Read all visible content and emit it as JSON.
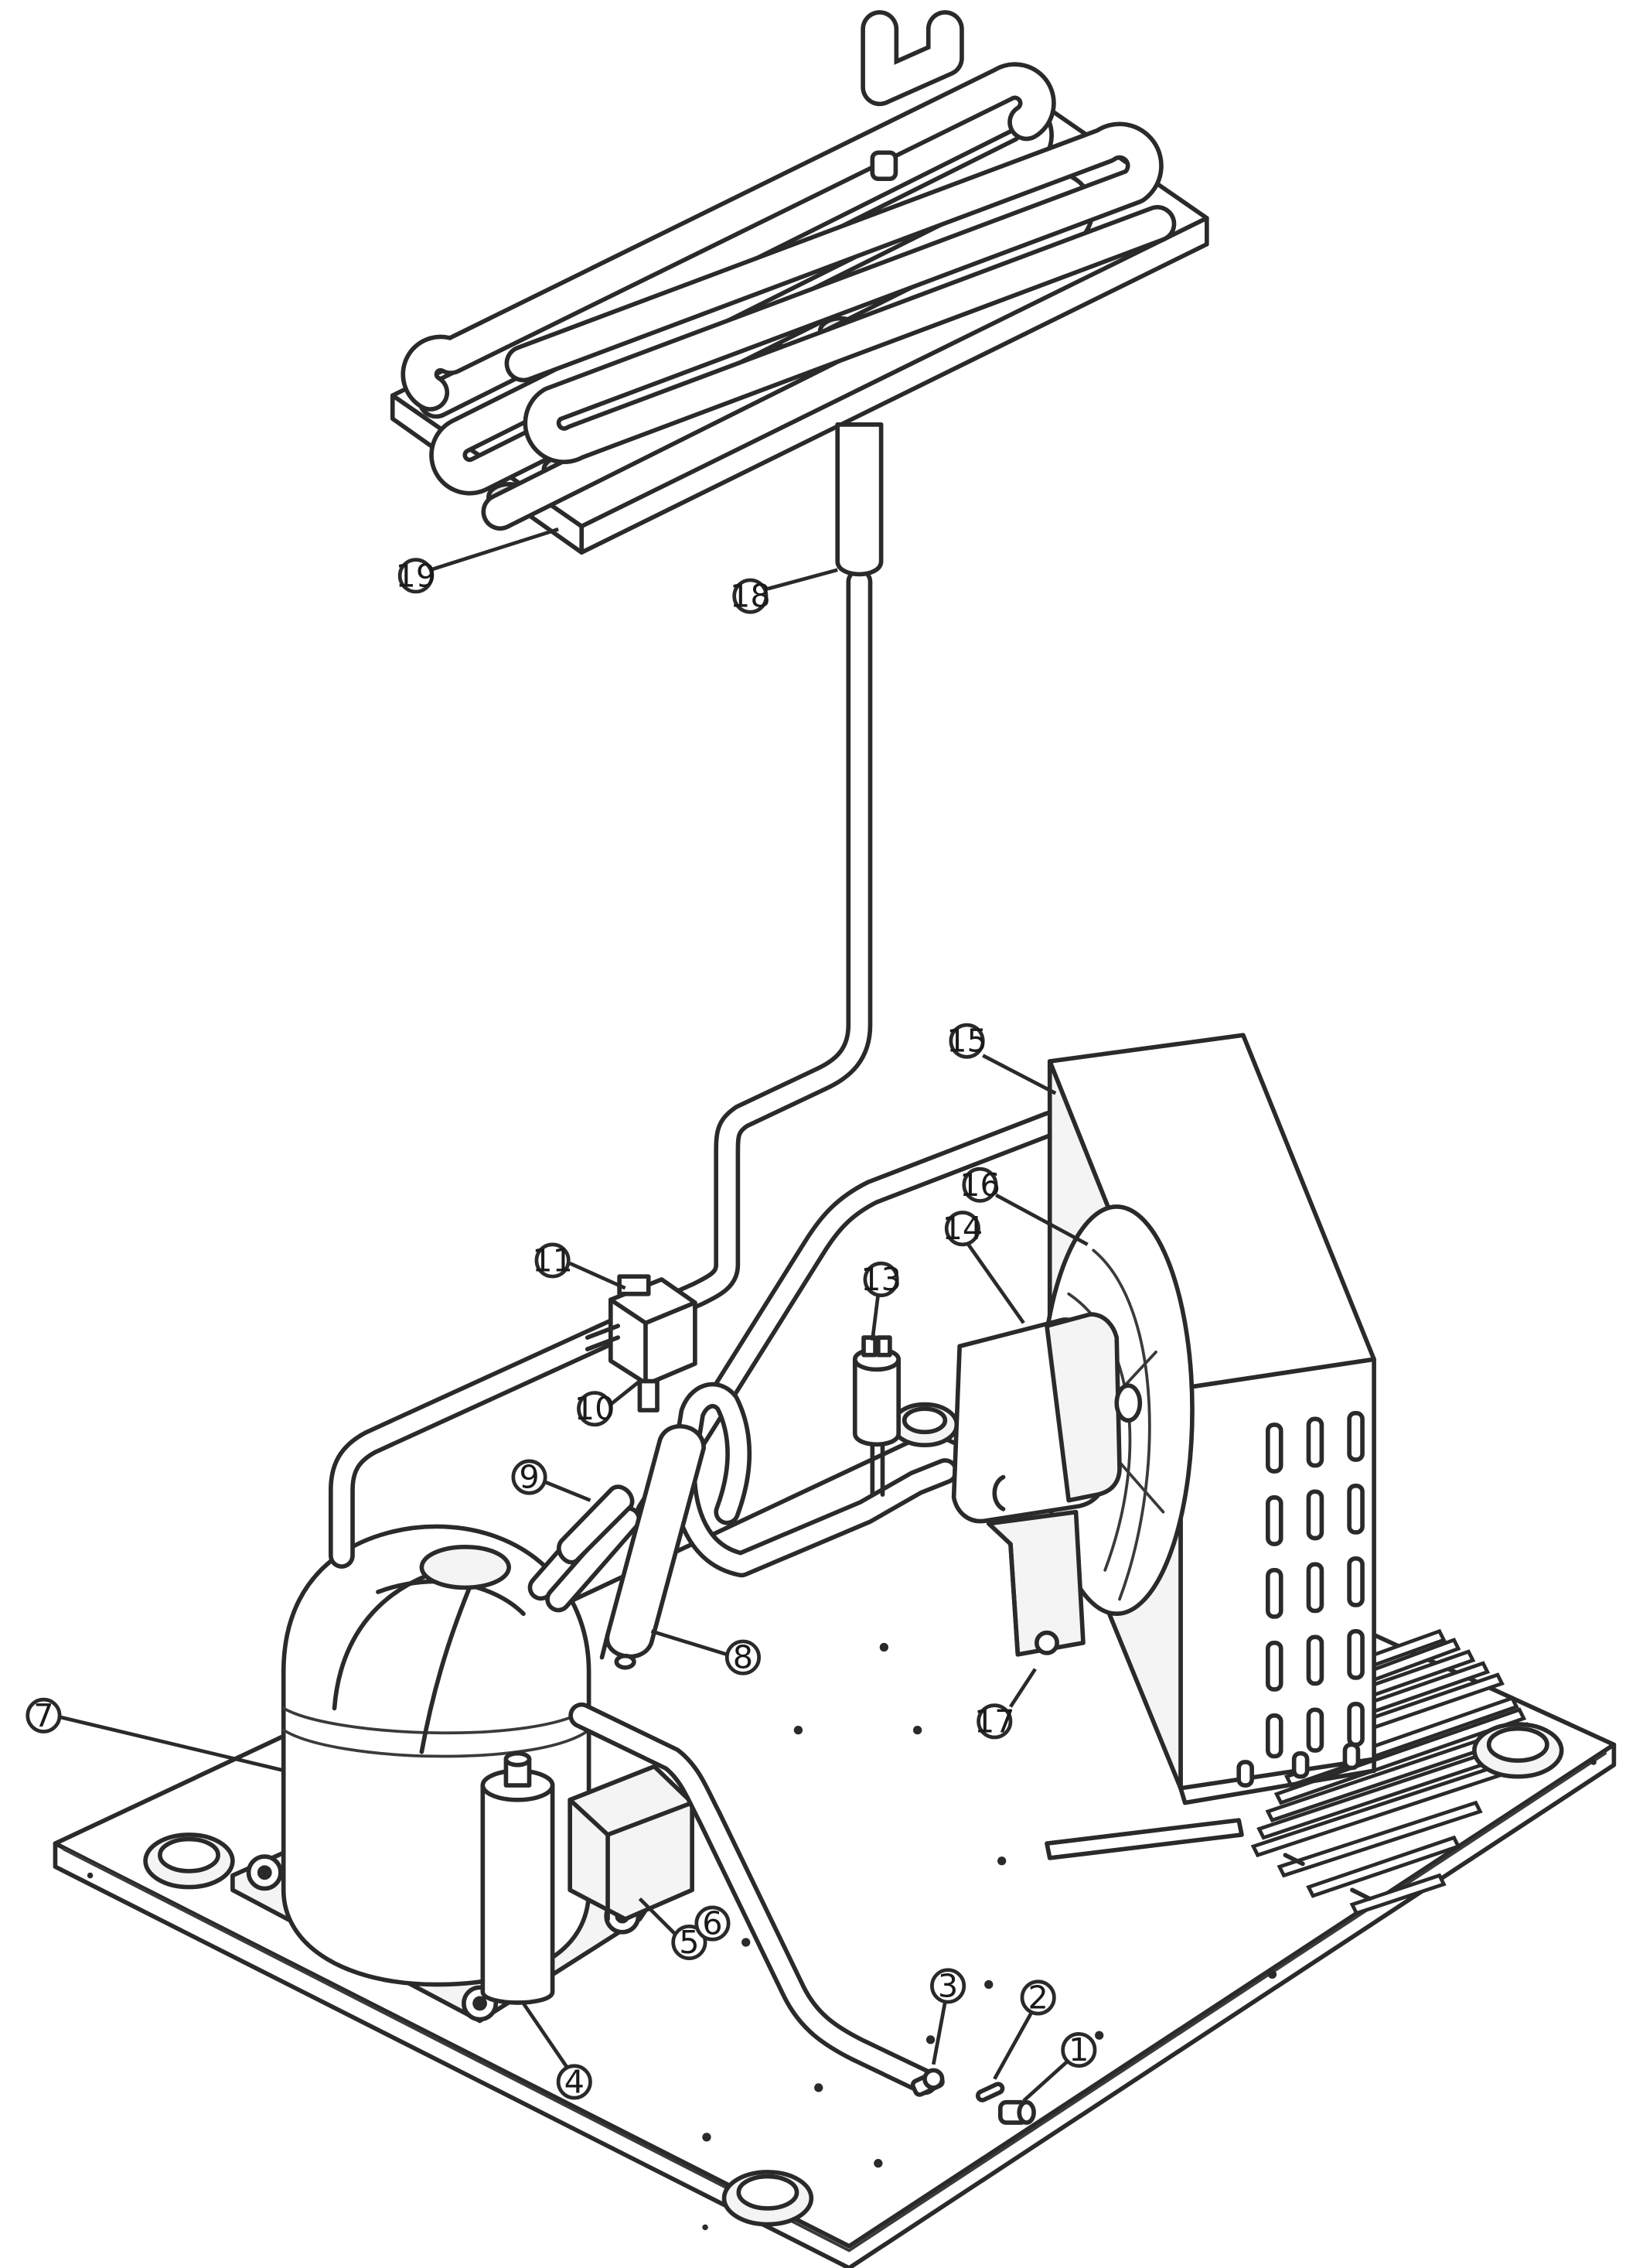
{
  "callouts": [
    {
      "id": "c1",
      "label": "1"
    },
    {
      "id": "c2",
      "label": "2"
    },
    {
      "id": "c3",
      "label": "3"
    },
    {
      "id": "c4",
      "label": "4"
    },
    {
      "id": "c5",
      "label": "5"
    },
    {
      "id": "c6",
      "label": "6"
    },
    {
      "id": "c7",
      "label": "7"
    },
    {
      "id": "c8",
      "label": "8"
    },
    {
      "id": "c9",
      "label": "9"
    },
    {
      "id": "c10",
      "label": "10"
    },
    {
      "id": "c11",
      "label": "11"
    },
    {
      "id": "c13",
      "label": "13"
    },
    {
      "id": "c14",
      "label": "14"
    },
    {
      "id": "c15",
      "label": "15"
    },
    {
      "id": "c16",
      "label": "16"
    },
    {
      "id": "c17",
      "label": "17"
    },
    {
      "id": "c18",
      "label": "18"
    },
    {
      "id": "c19",
      "label": "19"
    }
  ]
}
